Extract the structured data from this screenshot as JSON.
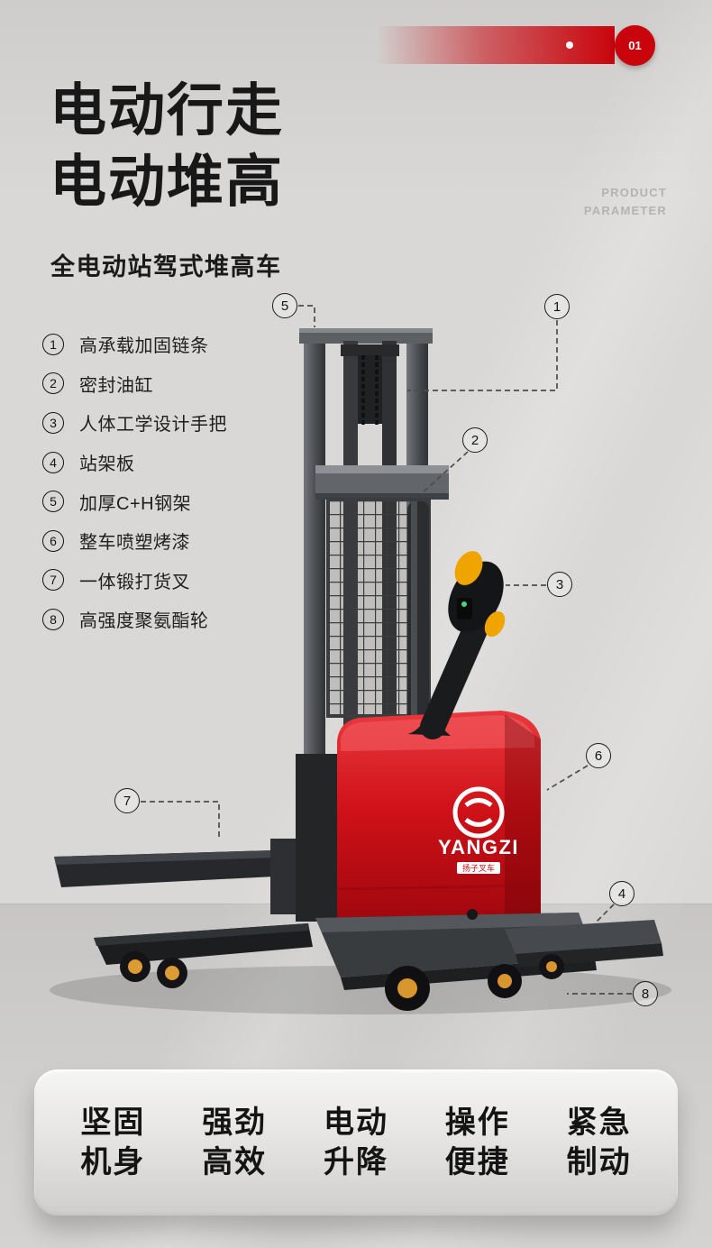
{
  "page": {
    "background": "#d9d8d6",
    "floor_color": "#cccbc9",
    "accent_color": "#c9040c"
  },
  "header": {
    "badge_number": "01",
    "title_line1": "电动行走",
    "title_line2": "电动堆高",
    "watermark_line1": "PRODUCT",
    "watermark_line2": "PARAMETER",
    "subtitle": "全电动站驾式堆高车"
  },
  "feature_list": [
    {
      "num": "1",
      "label": "高承载加固链条"
    },
    {
      "num": "2",
      "label": "密封油缸"
    },
    {
      "num": "3",
      "label": "人体工学设计手把"
    },
    {
      "num": "4",
      "label": "站架板"
    },
    {
      "num": "5",
      "label": "加厚C+H钢架"
    },
    {
      "num": "6",
      "label": "整车喷塑烤漆"
    },
    {
      "num": "7",
      "label": "一体锻打货叉"
    },
    {
      "num": "8",
      "label": "高强度聚氨酯轮"
    }
  ],
  "callouts": [
    {
      "num": "5"
    },
    {
      "num": "1"
    },
    {
      "num": "2"
    },
    {
      "num": "3"
    },
    {
      "num": "6"
    },
    {
      "num": "7"
    },
    {
      "num": "4"
    },
    {
      "num": "8"
    }
  ],
  "product": {
    "brand": "YANGZI",
    "brand_caption": "扬子叉车"
  },
  "bottom_badges": [
    {
      "line1": "坚固",
      "line2": "机身"
    },
    {
      "line1": "强劲",
      "line2": "高效"
    },
    {
      "line1": "电动",
      "line2": "升降"
    },
    {
      "line1": "操作",
      "line2": "便捷"
    },
    {
      "line1": "紧急",
      "line2": "制动"
    }
  ]
}
